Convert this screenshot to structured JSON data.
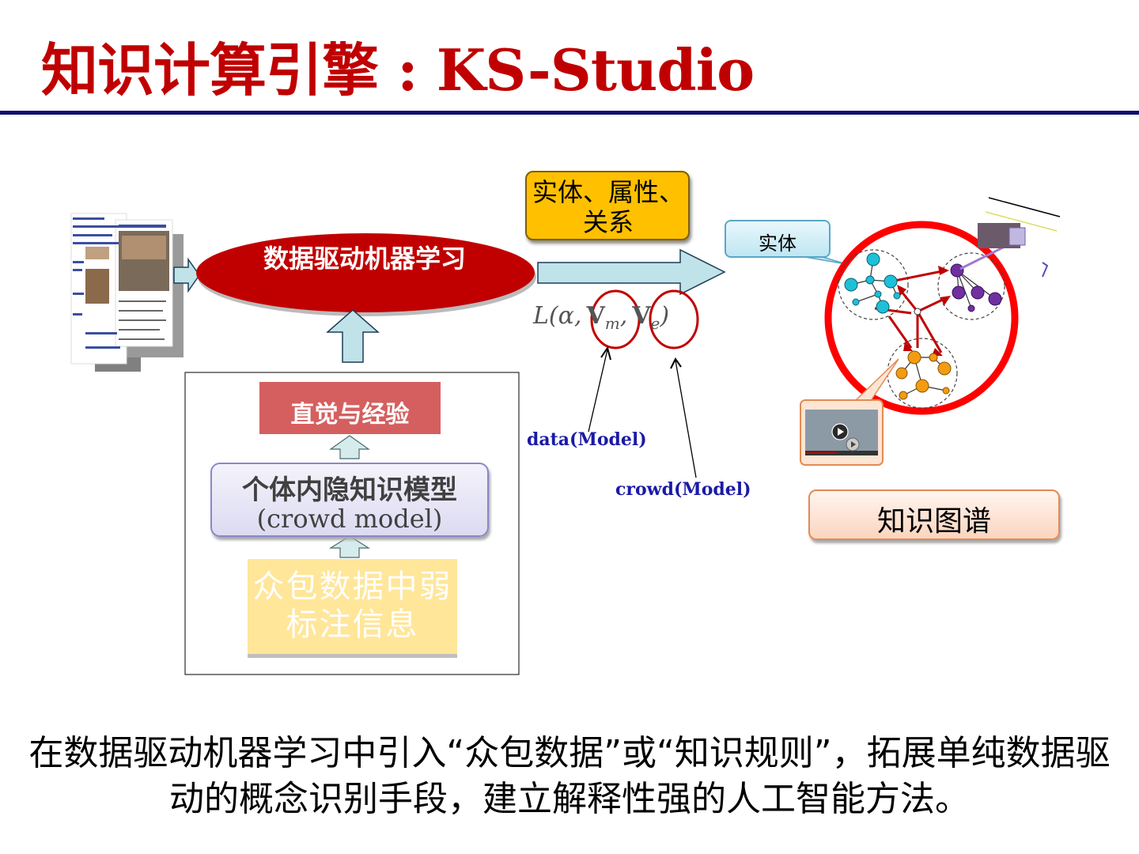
{
  "slide": {
    "title": "知识计算引擎 : KS-Studio",
    "accent_color": "#c00000",
    "rule_color": "#0d0d6b"
  },
  "diagram": {
    "ellipse_label": "数据驱动机器学习",
    "ellipse_color": "#c00000",
    "orange_box_label": "实体、属性、关系",
    "entity_callout_label": "实体",
    "intuition_label": "直觉与经验",
    "model_label_line1": "个体内隐知识模型",
    "model_label_line2": "(crowd model)",
    "crowd_data_label": "众包数据中弱标注信息",
    "knowledge_graph_label": "知识图谱",
    "formula": {
      "L": "L",
      "alpha": "α",
      "vm": "V",
      "vm_sub": "m",
      "ve": "V",
      "ve_sub": "e"
    },
    "data_model_label": "data(Model)",
    "crowd_model_label": "crowd(Model)",
    "node_colors": {
      "cyan": "#1ec0d8",
      "purple": "#7030a0",
      "orange": "#f39c12"
    }
  },
  "footer": {
    "text": "在数据驱动机器学习中引入“众包数据”或“知识规则”，拓展单纯数据驱动的概念识别手段，建立解释性强的人工智能方法。"
  }
}
